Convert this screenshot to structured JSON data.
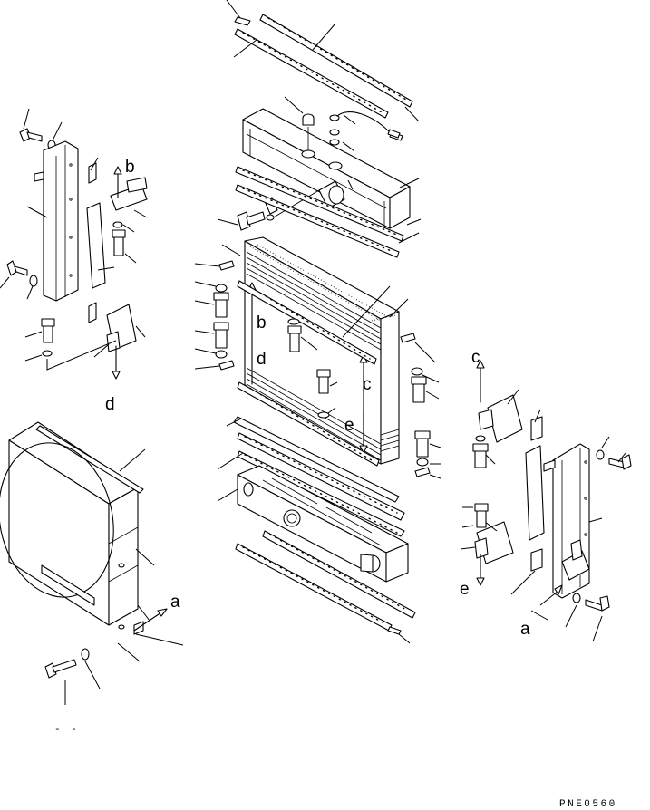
{
  "drawing_code": "PNE0560",
  "connector_labels": {
    "a_left": "a",
    "a_right": "a",
    "b_left": "b",
    "b_center": "b",
    "c_center": "c",
    "c_right": "c",
    "d_left": "d",
    "d_center": "d",
    "e_center": "e",
    "e_right": "e"
  },
  "stray_mark": "- -"
}
